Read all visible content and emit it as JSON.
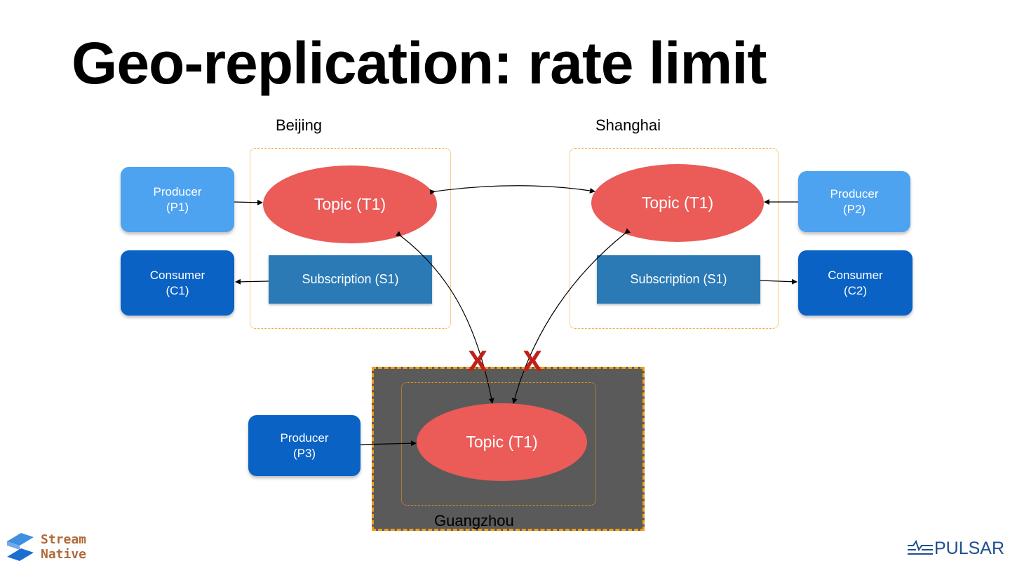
{
  "title": "Geo-replication: rate limit",
  "regions": {
    "beijing": {
      "label": "Beijing"
    },
    "shanghai": {
      "label": "Shanghai"
    },
    "guangzhou": {
      "label": "Guangzhou"
    }
  },
  "producers": {
    "p1": {
      "line1": "Producer",
      "line2": "(P1)"
    },
    "p2": {
      "line1": "Producer",
      "line2": "(P2)"
    },
    "p3": {
      "line1": "Producer",
      "line2": "(P3)"
    }
  },
  "consumers": {
    "c1": {
      "line1": "Consumer",
      "line2": "(C1)"
    },
    "c2": {
      "line1": "Consumer",
      "line2": "(C2)"
    }
  },
  "topics": {
    "beijing": "Topic (T1)",
    "shanghai": "Topic (T1)",
    "guangzhou": "Topic (T1)"
  },
  "subscriptions": {
    "beijing": "Subscription (S1)",
    "shanghai": "Subscription (S1)"
  },
  "blocked_marks": [
    "X",
    "X"
  ],
  "logos": {
    "streamnative": {
      "line1": "Stream",
      "line2": "Native"
    },
    "pulsar": "PULSAR"
  },
  "colors": {
    "topic": "#eb5b58",
    "producer_light": "#4da3f0",
    "producer_dark": "#0a62c4",
    "subscription": "#2b7ab6",
    "region_border": "#f39c12",
    "blocked": "#c0201a"
  }
}
